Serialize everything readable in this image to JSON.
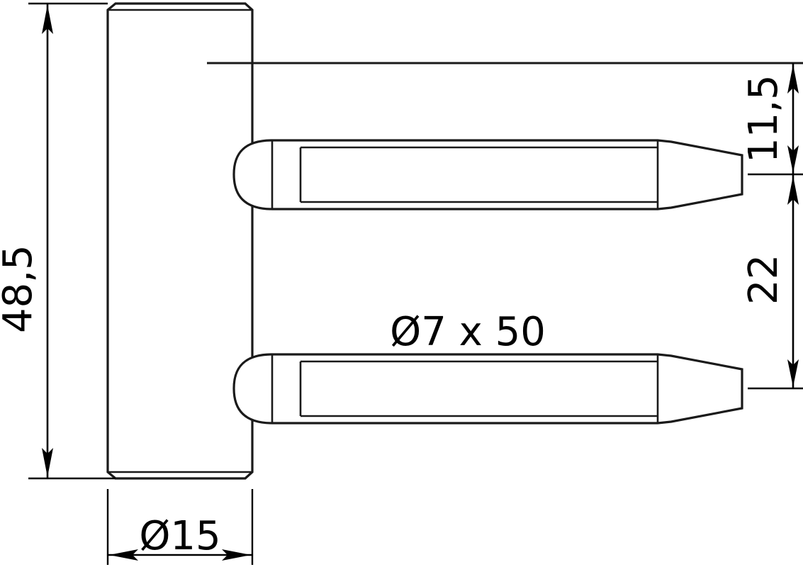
{
  "drawing": {
    "title": "Door hinge pin technical drawing",
    "background_color": "#ffffff",
    "line_color": "#1a1a1a",
    "text_color": "#000000",
    "dimensions": {
      "overall_height": "48,5",
      "body_diameter": "Ø15",
      "pin_spec": "Ø7 x 50",
      "upper_offset": "11,5",
      "pin_spacing": "22"
    },
    "labels": {
      "height_label": "48,5",
      "diameter_label": "Ø15",
      "pin_label": "Ø7 x 50",
      "offset_label": "11,5",
      "spacing_label": "22"
    }
  }
}
